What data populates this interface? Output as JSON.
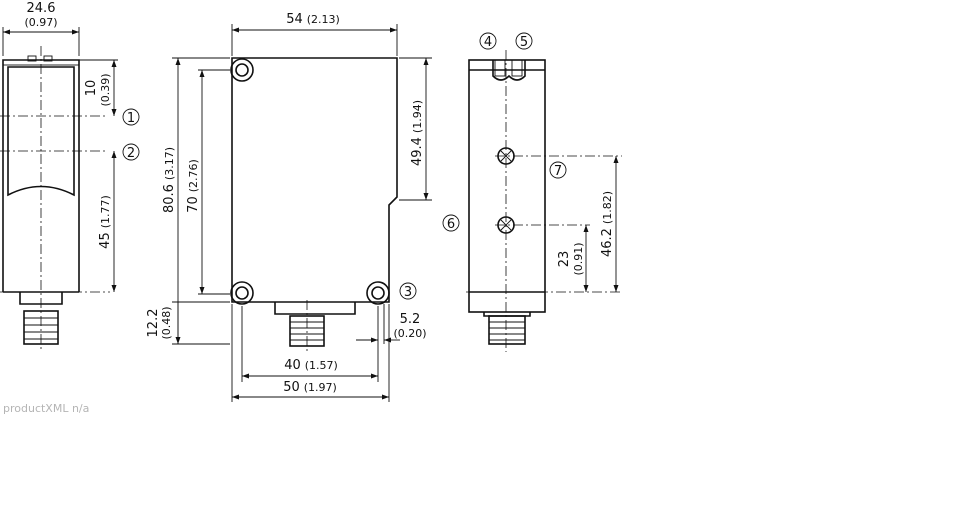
{
  "dimensions": {
    "side_width": {
      "value": "24.6",
      "inch": "(0.97)"
    },
    "top_to_1": {
      "value": "10",
      "inch": "(0.39)"
    },
    "height_45": {
      "value": "45",
      "inch": "(1.77)"
    },
    "front_width": {
      "value": "54",
      "inch": "(2.13)"
    },
    "total_height": {
      "value": "80.6",
      "inch": "(3.17)"
    },
    "hole_spacing_v": {
      "value": "70",
      "inch": "(2.76)"
    },
    "upper_step": {
      "value": "49.4",
      "inch": "(1.94)"
    },
    "connector_h": {
      "value": "12.2",
      "inch": "(0.48)"
    },
    "hole_spacing_h": {
      "value": "40",
      "inch": "(1.57)"
    },
    "base_width": {
      "value": "50",
      "inch": "(1.97)"
    },
    "hole_dia": {
      "value": "5.2",
      "inch": "(0.20)"
    },
    "screw_dist": {
      "value": "46.2",
      "inch": "(1.82)"
    },
    "screw_low": {
      "value": "23",
      "inch": "(0.91)"
    }
  },
  "callouts": [
    "1",
    "2",
    "3",
    "4",
    "5",
    "6",
    "7"
  ],
  "footer": "productXML n/a"
}
